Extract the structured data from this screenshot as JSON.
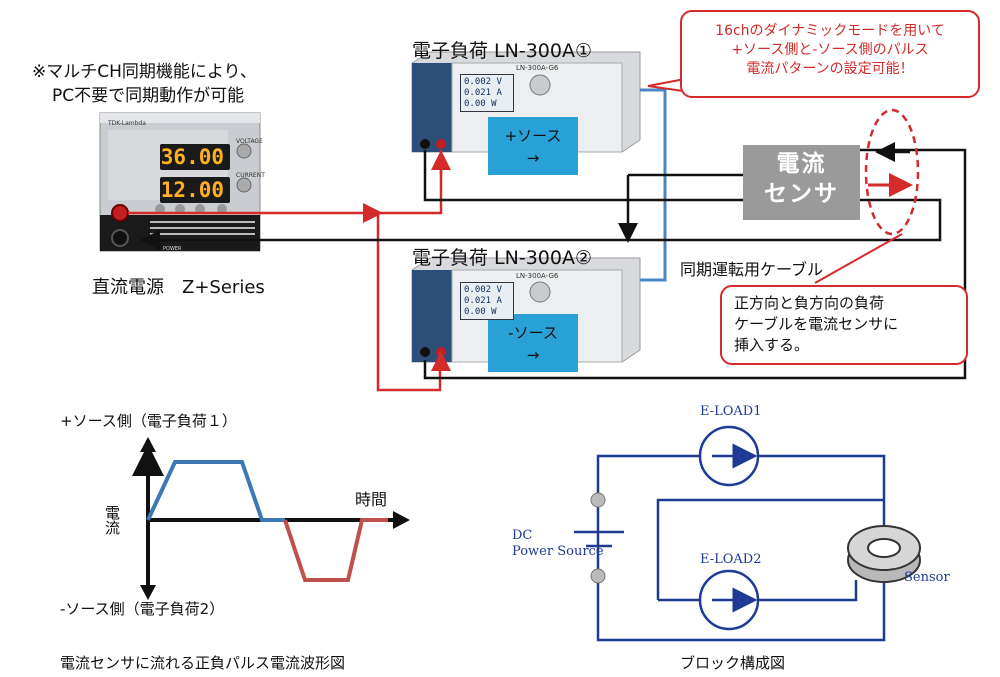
{
  "top_note": [
    "※マルチCH同期機能により、",
    "PC不要で同期動作が可能"
  ],
  "load1_title": "電子負荷 LN-300A①",
  "load2_title": "電子負荷 LN-300A②",
  "callout_top": [
    "16chのダイナミックモードを用いて",
    "+ソース側と-ソース側のパルス",
    "電流パターンの設定可能！"
  ],
  "callout_bottom": [
    "正方向と負方向の負荷",
    "ケーブルを電流センサに",
    "挿入する。"
  ],
  "sensor_label": [
    "電流",
    "センサ"
  ],
  "source_plus": [
    "+ソース",
    "→"
  ],
  "source_minus": [
    "-ソース",
    "→"
  ],
  "sync_cable": "同期運転用ケーブル",
  "psu_label": "直流電源　Z+Series",
  "psu_display": {
    "voltage": "36.00",
    "current": "12.00",
    "voltage_label": "VOLTAGE",
    "current_label": "CURRENT",
    "brand": "TDK-Lambda",
    "power_label": "POWER"
  },
  "load_screen": {
    "lines": [
      "0.002 V",
      "0.021 A",
      "0.00 W"
    ],
    "model": "LN-300A-G6"
  },
  "waveform": {
    "top_label": "+ソース側（電子負荷１）",
    "bottom_label": "-ソース側（電子負荷2）",
    "y_label": "電流",
    "x_label": "時間",
    "caption": "電流センサに流れる正負パルス電流波形図",
    "colors": {
      "positive": "#3c78b4",
      "negative": "#c0504d"
    }
  },
  "block": {
    "eload1": "E-LOAD1",
    "eload2": "E-LOAD2",
    "dc_line1": "DC",
    "dc_line2": "Power Source",
    "sensor": "Sensor",
    "caption": "ブロック構成図",
    "wire_color": "#1f3a93"
  },
  "colors": {
    "accent_red": "#d42a2a",
    "source_blue": "#29a0d6",
    "sync_cable_blue": "#4a86c5",
    "sensor_gray": "#9a9a9a"
  }
}
